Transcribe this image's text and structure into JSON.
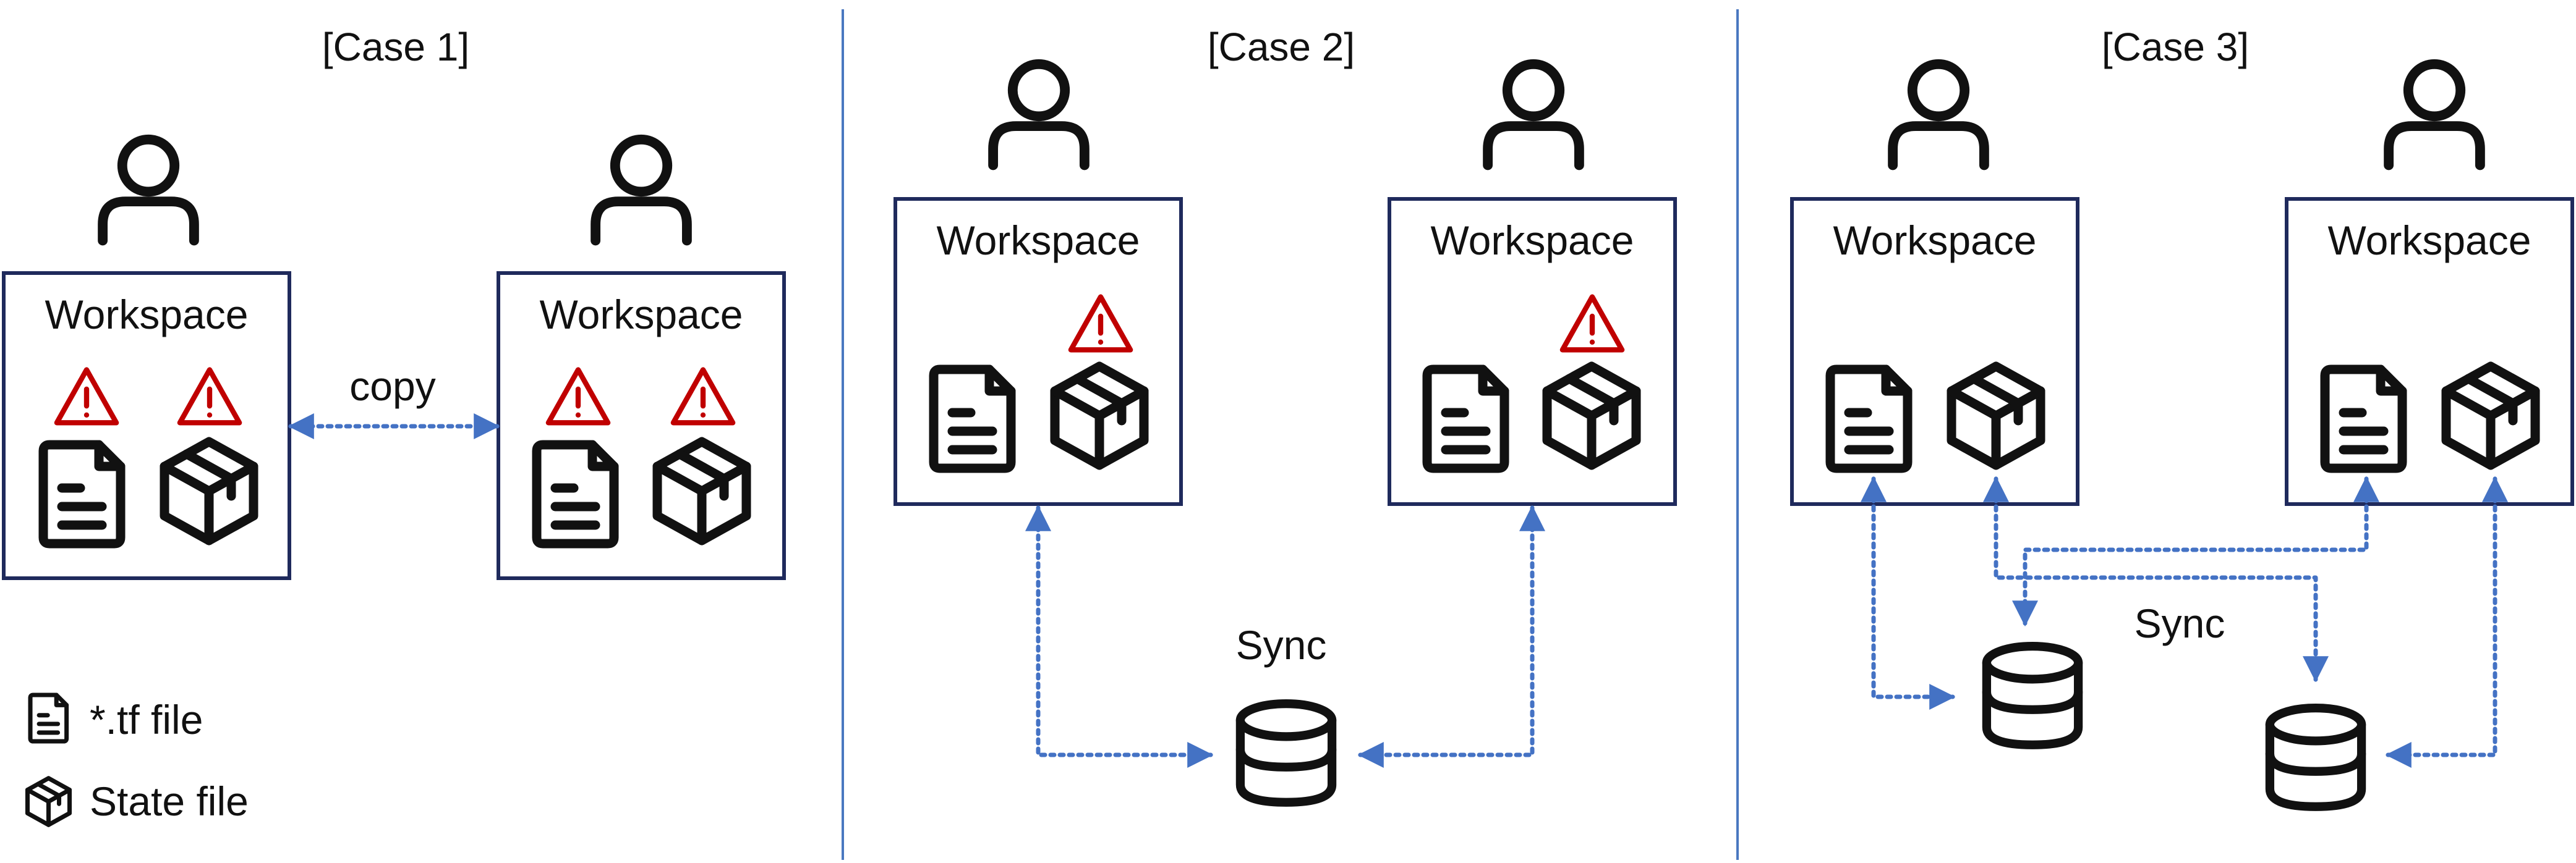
{
  "cases": [
    {
      "title": "[Case 1]"
    },
    {
      "title": "[Case 2]"
    },
    {
      "title": "[Case 3]"
    }
  ],
  "workspace_label": "Workspace",
  "labels": {
    "copy": "copy",
    "sync_case2": "Sync",
    "sync_case3": "Sync"
  },
  "legend": {
    "tf_file": "*.tf file",
    "state_file": "State file"
  },
  "colors": {
    "box_border": "#1f2a5c",
    "arrow": "#4472c4",
    "warning": "#c00000",
    "icon": "#111111",
    "divider": "#4a78c0"
  },
  "icons": [
    "user-icon",
    "tf-file-icon",
    "state-file-icon",
    "warning-icon",
    "database-icon"
  ]
}
